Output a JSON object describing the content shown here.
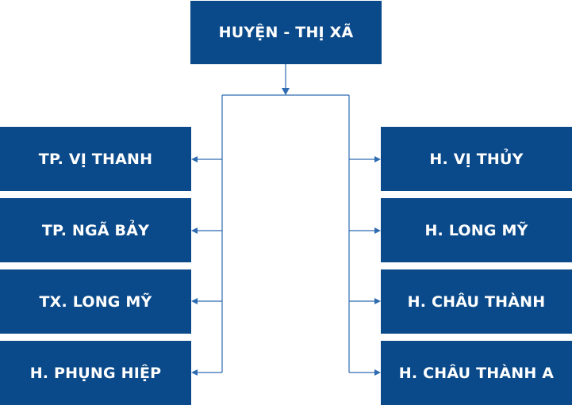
{
  "colors": {
    "box_fill": "#0b4a8a",
    "text": "#ffffff",
    "connector": "#2e6bb0",
    "background": "#ffffff"
  },
  "diagram": {
    "root": "HUYỆN - THỊ XÃ",
    "left": [
      "TP. VỊ THANH",
      "TP. NGÃ BẢY",
      "TX. LONG MỸ",
      "H. PHỤNG HIỆP"
    ],
    "right": [
      "H. VỊ THỦY",
      "H. LONG MỸ",
      "H. CHÂU THÀNH",
      "H. CHÂU THÀNH A"
    ]
  }
}
